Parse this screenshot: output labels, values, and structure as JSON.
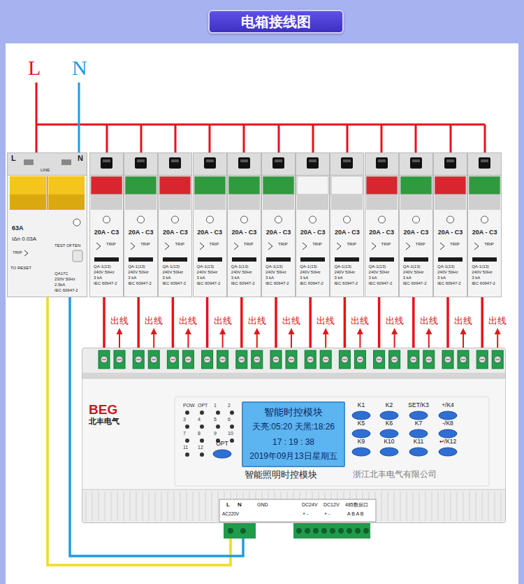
{
  "diagram": {
    "title": "电箱接线图",
    "nodes": [
      {
        "text": [
          "电箱接线图"
        ]
      },
      {
        "text": [
          "L",
          "N",
          "LINE",
          "63A",
          "IΔn 0.03A",
          "TEST OFTEN",
          "TRIP",
          "TO RESET",
          "QA17C",
          "230V 50Hz",
          "2.5kA",
          "IEC 60947-2"
        ]
      },
      {
        "text": [
          "20A - C3",
          "TRIP",
          "QA-1(13)",
          "240V 50Hz",
          "3 kA",
          "IEC 60947-2"
        ]
      },
      {
        "text": [
          "20A - C3",
          "TRIP",
          "QA-1(13)",
          "240V 50Hz",
          "3 kA",
          "IEC 60947-2"
        ]
      },
      {
        "text": [
          "20A - C3",
          "TRIP",
          "QA-1(13)",
          "240V 50Hz",
          "3 kA",
          "IEC 60947-2"
        ]
      },
      {
        "text": [
          "20A - C3",
          "TRIP",
          "QA-1(13)",
          "240V 50Hz",
          "3 kA",
          "IEC 60947-2"
        ]
      },
      {
        "text": [
          "20A - C3",
          "TRIP",
          "QA-1(13)",
          "240V 50Hz",
          "3 kA",
          "IEC 60947-2"
        ]
      },
      {
        "text": [
          "20A - C3",
          "TRIP",
          "QA-1(13)",
          "240V 50Hz",
          "3 kA",
          "IEC 60947-2"
        ]
      },
      {
        "text": [
          "20A - C3",
          "TRIP",
          "QA-1(13)",
          "240V 50Hz",
          "3 kA",
          "IEC 60947-2"
        ]
      },
      {
        "text": [
          "20A - C3",
          "TRIP",
          "QA-1(13)",
          "240V 50Hz",
          "3 kA",
          "IEC 60947-2"
        ]
      },
      {
        "text": [
          "20A - C3",
          "TRIP",
          "QA-1(13)",
          "240V 50Hz",
          "3 kA",
          "IEC 60947-2"
        ]
      },
      {
        "text": [
          "20A - C3",
          "TRIP",
          "QA-1(13)",
          "240V 50Hz",
          "3 kA",
          "IEC 60947-2"
        ]
      },
      {
        "text": [
          "20A - C3",
          "TRIP",
          "QA-1(13)",
          "240V 50Hz",
          "3 kA",
          "IEC 60947-2"
        ]
      },
      {
        "text": [
          "20A - C3",
          "TRIP",
          "QA-1(13)",
          "240V 50Hz",
          "3 kA",
          "IEC 60947-2"
        ]
      },
      {
        "text": [
          "BEG",
          "北丰电气",
          "POW",
          "OPT",
          "1",
          "2",
          "3",
          "4",
          "5",
          "6",
          "7",
          "8",
          "9",
          "10",
          "11",
          "12",
          "智能照明时控模块",
          "浙江北丰电气有限公司",
          "L",
          "N",
          "AC220V",
          "GND",
          "DC24V",
          "DC12V",
          "485数据口",
          "+ -",
          "+ -",
          "A B A B"
        ]
      },
      {
        "text": [
          "智能时控模块",
          "天亮:05:20 天黑:18:26",
          "17 : 19 : 38",
          "2019年09月13日星期五"
        ],
        "in": 14
      },
      {
        "text": [
          "K1"
        ],
        "in": 14
      },
      {
        "text": [
          "K2"
        ],
        "in": 14
      },
      {
        "text": [
          "SET/K3"
        ],
        "in": 14
      },
      {
        "text": [
          "+/K4"
        ],
        "in": 14
      },
      {
        "text": [
          "K5"
        ],
        "in": 14
      },
      {
        "text": [
          "K6"
        ],
        "in": 14
      },
      {
        "text": [
          "K7"
        ],
        "in": 14
      },
      {
        "text": [
          "-/K8"
        ],
        "in": 14
      },
      {
        "text": [
          "K9"
        ],
        "in": 14
      },
      {
        "text": [
          "K10"
        ],
        "in": 14
      },
      {
        "text": [
          "K11"
        ],
        "in": 14
      },
      {
        "text": [
          "↵/K12"
        ],
        "in": 14
      },
      {
        "text": [
          "OPT"
        ],
        "in": 14
      }
    ],
    "edges": [
      {
        "from": 2,
        "to": 14,
        "arrow": "none"
      },
      {
        "from": 3,
        "to": 14,
        "arrow": "none"
      },
      {
        "from": 4,
        "to": 14,
        "arrow": "none"
      },
      {
        "from": 5,
        "to": 14,
        "arrow": "none"
      },
      {
        "from": 6,
        "to": 14,
        "arrow": "none"
      },
      {
        "from": 7,
        "to": 14,
        "arrow": "none"
      },
      {
        "from": 8,
        "to": 14,
        "arrow": "none"
      },
      {
        "from": 9,
        "to": 14,
        "arrow": "none"
      },
      {
        "from": 10,
        "to": 14,
        "arrow": "none"
      },
      {
        "from": 11,
        "to": 14,
        "arrow": "none"
      },
      {
        "from": 12,
        "to": 14,
        "arrow": "none"
      },
      {
        "from": 13,
        "to": 14,
        "arrow": "none"
      },
      {
        "from": 1,
        "to": 14,
        "arrow": "none"
      },
      {
        "from": 1,
        "to": 14,
        "arrow": "none"
      }
    ],
    "labels": [
      "L",
      "N",
      "出线",
      "出线",
      "出线",
      "出线",
      "出线",
      "出线",
      "出线",
      "出线",
      "出线",
      "出线",
      "出线",
      "出线"
    ]
  }
}
